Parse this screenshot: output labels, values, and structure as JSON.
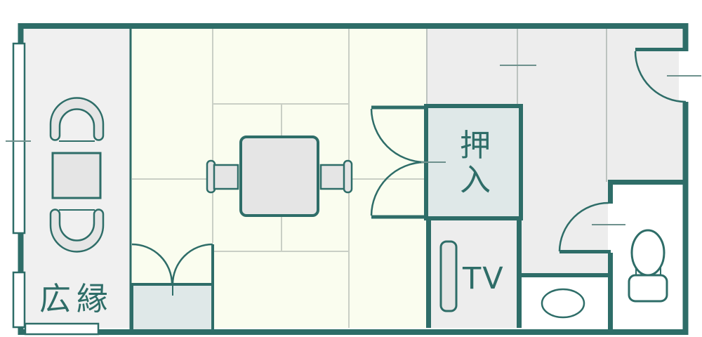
{
  "floorplan": {
    "title": "japanese-room-floorplan",
    "labels": {
      "veranda": "広縁",
      "closet": "押入",
      "tv": "TV"
    },
    "colors": {
      "wall": "#2e6d68",
      "tatami": "#fafdef",
      "veranda": "#f0f0f0",
      "corridor": "#ededed",
      "closet": "#dfe8e8",
      "white": "#ffffff",
      "furniture": "#e5e5e5",
      "grid": "#c9cfc5",
      "divider": "#bcc3bf",
      "tick": "#6e918d"
    }
  }
}
